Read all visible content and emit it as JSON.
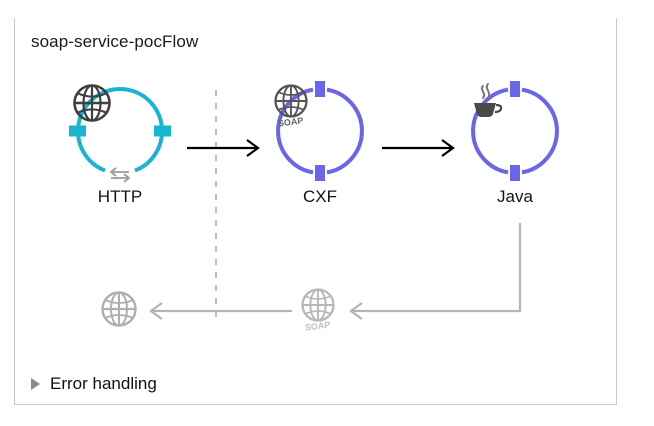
{
  "flow": {
    "title": "soap-service-pocFlow",
    "accent_bar_color": "#2b8fe0",
    "border_color": "#c8c8c8",
    "background": "#ffffff"
  },
  "nodes": [
    {
      "id": "http",
      "label": "HTTP",
      "icon": "globe-icon",
      "sub_icon": "bidirectional-arrows-icon",
      "ring_color": "#19b4d2",
      "connector_sides": "left-right"
    },
    {
      "id": "cxf",
      "label": "CXF",
      "icon": "soap-globe-icon",
      "ring_color": "#6a66ea",
      "connector_sides": "top-bottom"
    },
    {
      "id": "java",
      "label": "Java",
      "icon": "coffee-cup-icon",
      "ring_color": "#6a66ea",
      "connector_sides": "top-bottom"
    }
  ],
  "connectors": [
    {
      "id": "http-to-cxf",
      "style": "solid-arrow-right",
      "color": "#000000"
    },
    {
      "id": "cxf-to-java",
      "style": "solid-arrow-right",
      "color": "#000000"
    },
    {
      "id": "source-boundary",
      "style": "dashed-vertical",
      "color": "#bdbdbd"
    },
    {
      "id": "java-response-return",
      "style": "elbow-arrow-left",
      "color": "#b4b4b4"
    },
    {
      "id": "cxf-response-return",
      "style": "arrow-left",
      "color": "#b4b4b4"
    }
  ],
  "response_path": [
    {
      "id": "response-http",
      "icon": "globe-icon"
    },
    {
      "id": "response-cxf",
      "icon": "soap-globe-icon"
    }
  ],
  "error_handling": {
    "label": "Error handling",
    "expanded": false,
    "disclosure_icon": "triangle-right-icon"
  }
}
